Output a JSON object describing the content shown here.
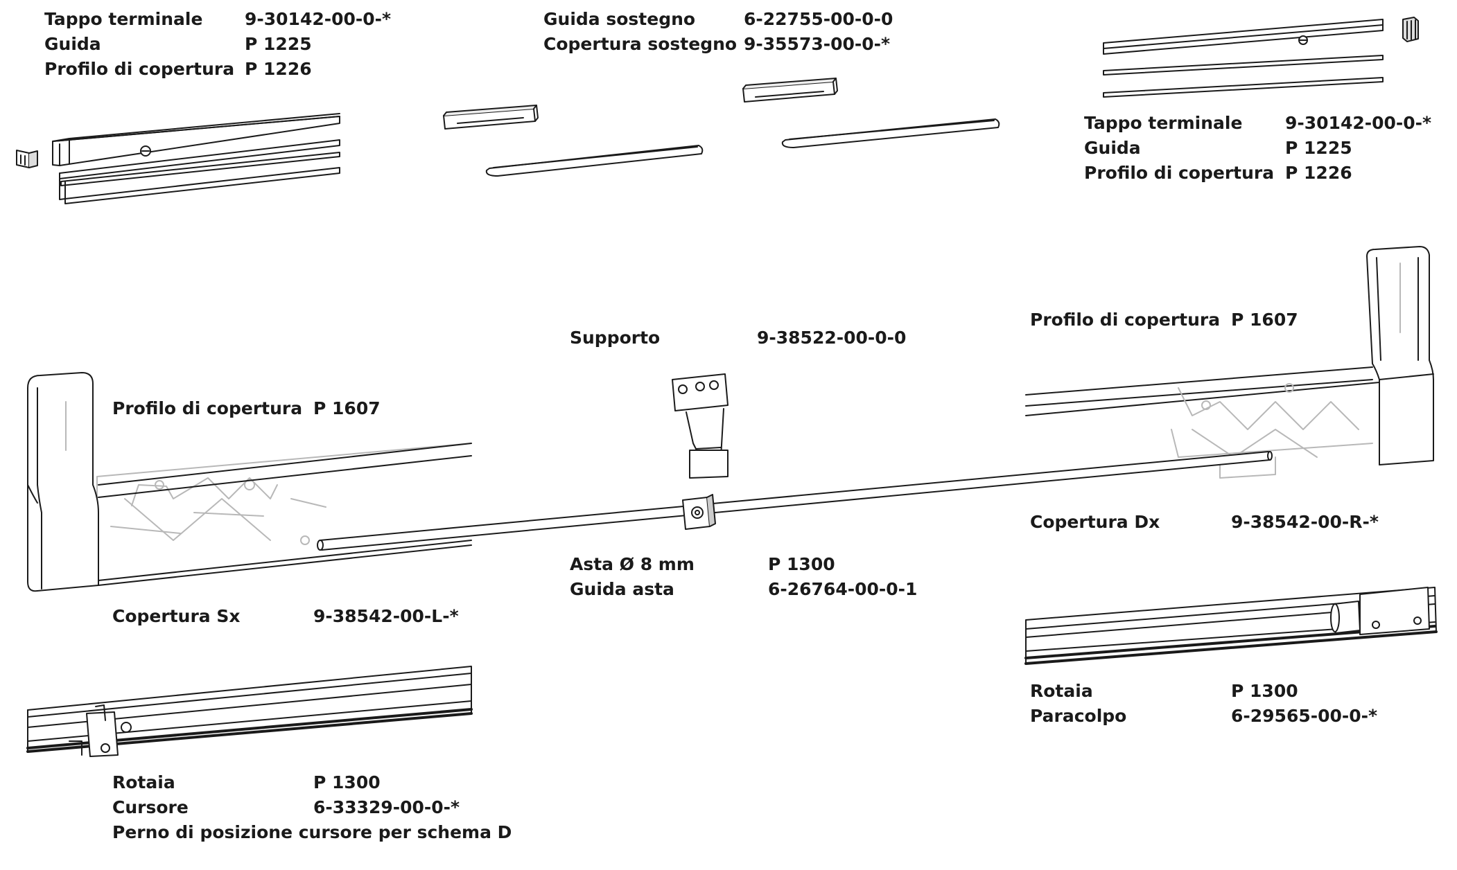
{
  "groups": {
    "end_cap_left": {
      "rows": [
        {
          "name": "Tappo terminale",
          "code": "9-30142-00-0-*"
        },
        {
          "name": "Guida",
          "code": "P 1225"
        },
        {
          "name": "Profilo di copertura",
          "code": "P 1226"
        }
      ]
    },
    "support_guide": {
      "rows": [
        {
          "name": "Guida sostegno",
          "code": "6-22755-00-0-0"
        },
        {
          "name": "Copertura sostegno",
          "code": "9-35573-00-0-*"
        }
      ]
    },
    "end_cap_right": {
      "rows": [
        {
          "name": "Tappo terminale",
          "code": "9-30142-00-0-*"
        },
        {
          "name": "Guida",
          "code": "P 1225"
        },
        {
          "name": "Profilo di copertura",
          "code": "P 1226"
        }
      ]
    },
    "support": {
      "name": "Supporto",
      "code": "9-38522-00-0-0"
    },
    "cover_profile_left": {
      "name": "Profilo di copertura",
      "code": "P 1607"
    },
    "cover_profile_right": {
      "name": "Profilo di copertura",
      "code": "P 1607"
    },
    "rod": {
      "rows": [
        {
          "name": "Asta  Ø 8 mm",
          "code": "P 1300"
        },
        {
          "name": "Guida asta",
          "code": "6-26764-00-0-1"
        }
      ]
    },
    "cover_right": {
      "name": "Copertura Dx",
      "code": "9-38542-00-R-*"
    },
    "cover_left": {
      "name": "Copertura Sx",
      "code": "9-38542-00-L-*"
    },
    "rail_right": {
      "rows": [
        {
          "name": "Rotaia",
          "code": "P 1300"
        },
        {
          "name": "Paracolpo",
          "code": "6-29565-00-0-*"
        }
      ]
    },
    "rail_left": {
      "rows": [
        {
          "name": "Rotaia",
          "code": "P 1300"
        },
        {
          "name": "Cursore",
          "code": "6-33329-00-0-*"
        }
      ],
      "note": "Perno di posizione cursore per schema D"
    }
  },
  "colors": {
    "line": "#1a1a1a",
    "ghost": "#b8b8b8",
    "fill": "#ffffff"
  }
}
